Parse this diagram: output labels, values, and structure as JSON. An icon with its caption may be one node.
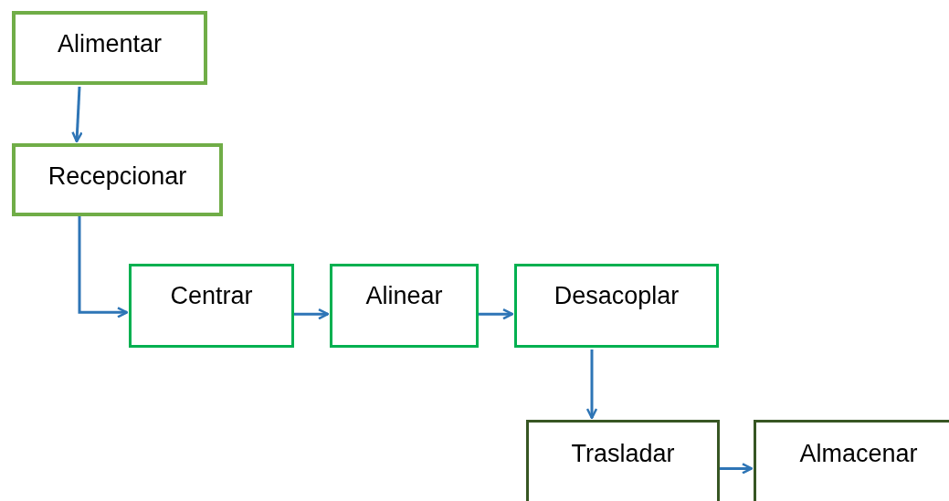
{
  "diagram": {
    "nodes": [
      {
        "text": [
          "Alimentar"
        ]
      },
      {
        "text": [
          "Recepcionar"
        ]
      },
      {
        "text": [
          "Centrar"
        ]
      },
      {
        "text": [
          "Alinear"
        ]
      },
      {
        "text": [
          "Desacoplar"
        ]
      },
      {
        "text": [
          "Trasladar"
        ]
      },
      {
        "text": [
          "Almacenar"
        ]
      }
    ],
    "edges": [
      {
        "from": 0,
        "to": 1,
        "arrow": "to"
      },
      {
        "from": 1,
        "to": 2,
        "arrow": "to"
      },
      {
        "from": 2,
        "to": 3,
        "arrow": "to"
      },
      {
        "from": 3,
        "to": 4,
        "arrow": "to"
      },
      {
        "from": 4,
        "to": 5,
        "arrow": "to"
      },
      {
        "from": 5,
        "to": 6,
        "arrow": "to"
      }
    ]
  }
}
